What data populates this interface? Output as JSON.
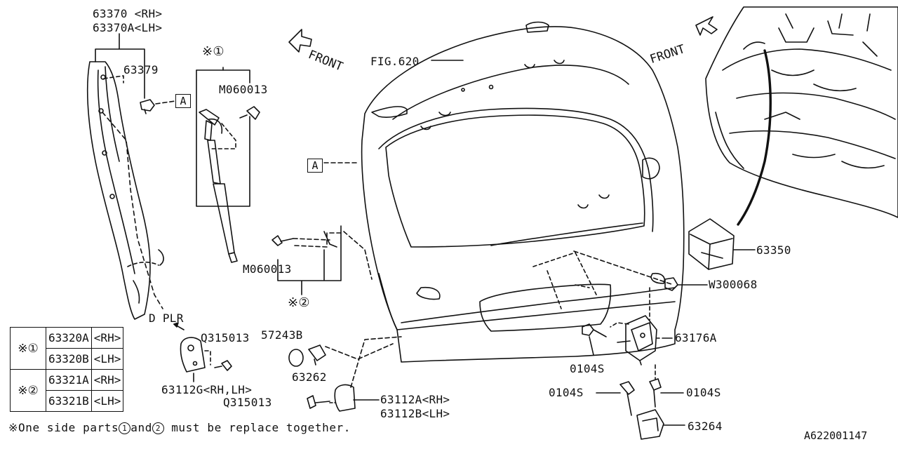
{
  "labels": {
    "p63370": "63370 <RH>",
    "p63370a": "63370A<LH>",
    "p63379": "63379",
    "set1_label": "※①",
    "m060013_top": "M060013",
    "m060013_bottom": "M060013",
    "set2_label": "※②",
    "fig620": "FIG.620",
    "front_left": "FRONT",
    "front_right": "FRONT",
    "ref_a": "A",
    "d_plr": "D PLR",
    "q315013_top": "Q315013",
    "p57243b": "57243B",
    "p63262": "63262",
    "p63112g": "63112G<RH,LH>",
    "q315013_bottom": "Q315013",
    "p63112a": "63112A<RH>",
    "p63112b": "63112B<LH>",
    "p63350": "63350",
    "w300068": "W300068",
    "p63176a": "63176A",
    "b0104s_a": "0104S",
    "b0104s_b": "0104S",
    "b0104s_c": "0104S",
    "p63264": "63264"
  },
  "legend": {
    "rows": [
      {
        "mark": "※①",
        "part": "63320A",
        "side": "<RH>"
      },
      {
        "mark": "",
        "part": "63320B",
        "side": "<LH>"
      },
      {
        "mark": "※②",
        "part": "63321A",
        "side": "<RH>"
      },
      {
        "mark": "",
        "part": "63321B",
        "side": "<LH>"
      }
    ]
  },
  "note": {
    "prefix": "※One side parts",
    "c1": "1",
    "mid": "and",
    "c2": "2",
    "suffix": " must be replace together."
  },
  "doc_id": "A622001147"
}
